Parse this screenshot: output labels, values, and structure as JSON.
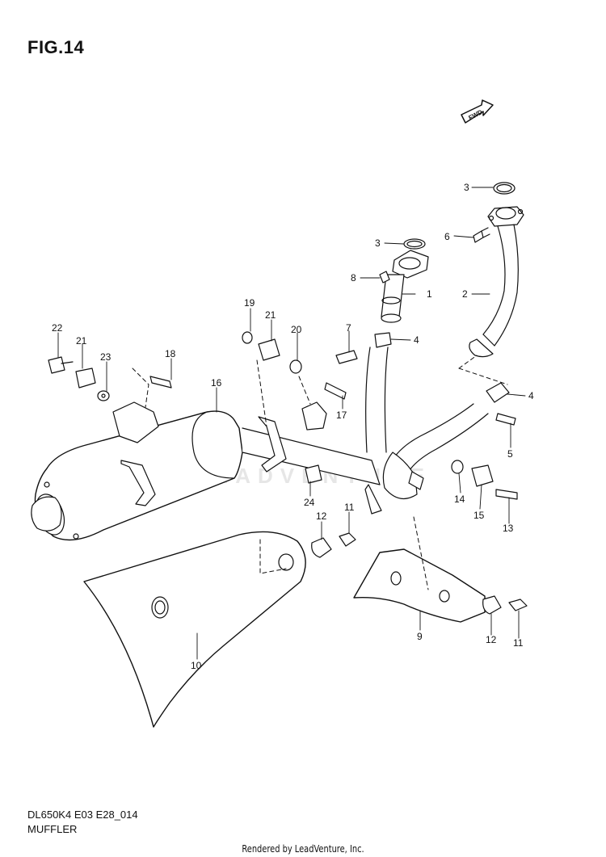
{
  "figure": {
    "title": "FIG.14",
    "fwd_badge": "FWD",
    "model_code": "DL650K4 E03 E28_014",
    "section_name": "MUFFLER",
    "watermark": "LEADVENTURE",
    "rendered_by": "Rendered by LeadVenture, Inc."
  },
  "callouts": {
    "c1": "1",
    "c2": "2",
    "c3a": "3",
    "c3b": "3",
    "c4a": "4",
    "c4b": "4",
    "c5": "5",
    "c6": "6",
    "c7": "7",
    "c8": "8",
    "c9": "9",
    "c10": "10",
    "c11a": "11",
    "c11b": "11",
    "c12a": "12",
    "c12b": "12",
    "c13": "13",
    "c14": "14",
    "c15": "15",
    "c16": "16",
    "c17": "17",
    "c18": "18",
    "c19": "19",
    "c20": "20",
    "c21a": "21",
    "c21b": "21",
    "c22": "22",
    "c23": "23",
    "c24": "24"
  }
}
